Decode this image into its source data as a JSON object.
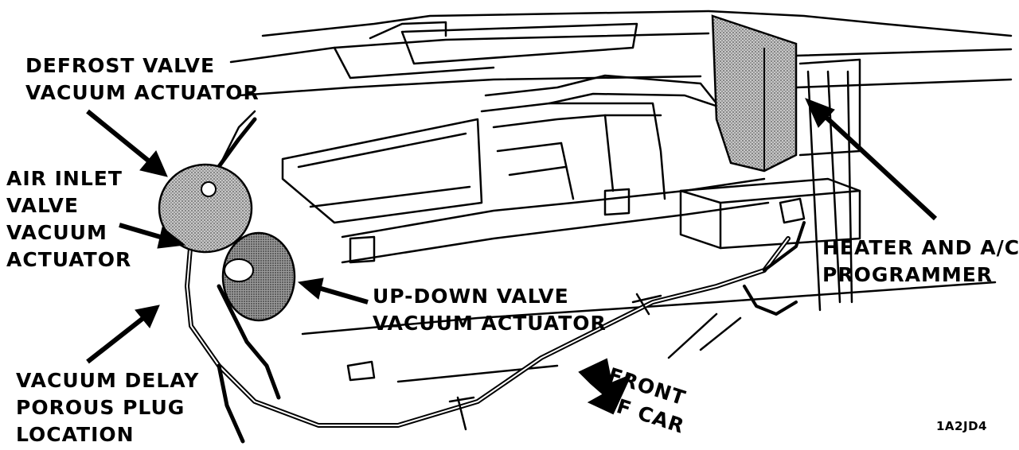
{
  "labels": {
    "defrost": [
      "DEFROST VALVE",
      "VACUUM ACTUATOR"
    ],
    "air_inlet": [
      "AIR INLET",
      "VALVE",
      "VACUUM",
      "ACTUATOR"
    ],
    "up_down": [
      "UP-DOWN VALVE",
      "VACUUM ACTUATOR"
    ],
    "heater": [
      "HEATER AND A/C",
      "PROGRAMMER"
    ],
    "vacuum_delay": [
      "VACUUM DELAY",
      "POROUS PLUG",
      "LOCATION"
    ],
    "front": [
      "FRONT",
      "OF CAR"
    ]
  },
  "reference_code": "1A2JD4",
  "colors": {
    "ink": "#000000",
    "paper": "#ffffff",
    "shade": "#8a8a8a"
  }
}
